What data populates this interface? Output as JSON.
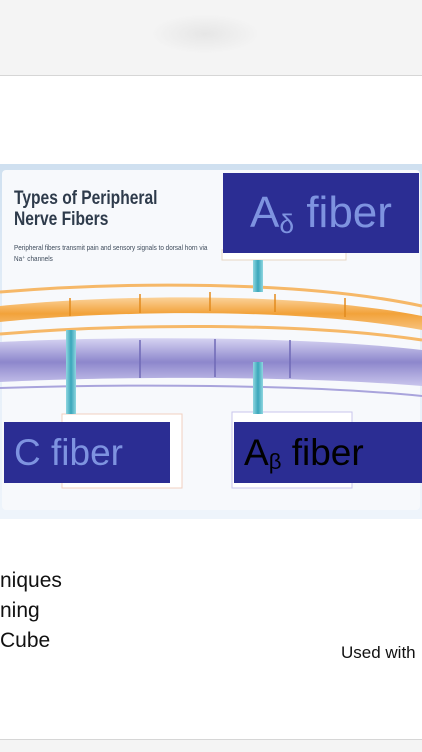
{
  "figure": {
    "title": "Types of Peripheral\nNerve Fibers",
    "subtitle": "Peripheral fibers transmit pain and sensory signals to dorsal horn via Na⁺ channels"
  },
  "labels": {
    "delta": {
      "main": "A",
      "sub": "δ",
      "rest": " fiber"
    },
    "c": "C fiber",
    "beta": {
      "main": "A",
      "sub": "β",
      "rest": " fiber"
    }
  },
  "body_lines": [
    "niques",
    "ning",
    "Cube"
  ],
  "credit": "Used with",
  "colors": {
    "label_bg": "#2b2d93",
    "label_text": "#7e93e0",
    "orange_fiber": "#f2a23a",
    "purple_fiber": "#8d87cc",
    "stem": "#5fbccc"
  }
}
